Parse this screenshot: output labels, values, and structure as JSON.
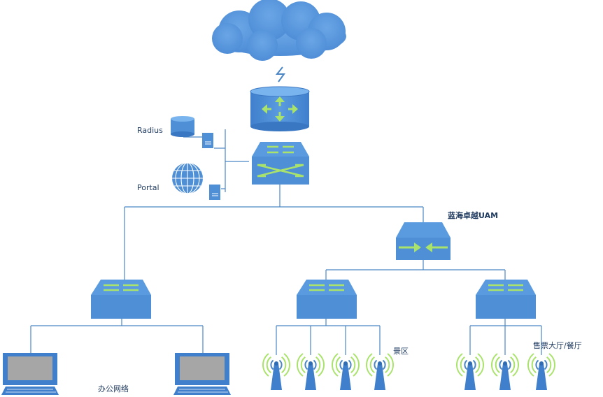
{
  "labels": {
    "radius": "Radius",
    "portal": "Portal",
    "uam": "蓝海卓越UAM",
    "office": "办公网络",
    "scenic": "景区",
    "ticket_hall": "售票大厅/餐厅"
  },
  "icons": {
    "internet": "cloud-icon",
    "wan_link": "lightning-icon",
    "router": "router-icon",
    "core_switch": "core-switch-icon",
    "radius_server": "database-icon",
    "portal_server": "globe-icon",
    "gateway": "gateway-icon",
    "access_switch": "switch-icon",
    "computer": "monitor-icon",
    "access_point": "wireless-ap-icon"
  },
  "colors": {
    "device_fill": "#4f8fd6",
    "device_dark": "#2e6cb3",
    "arrow": "#a9e36b",
    "line": "#4a86c5",
    "label": "#1f3a5f"
  }
}
